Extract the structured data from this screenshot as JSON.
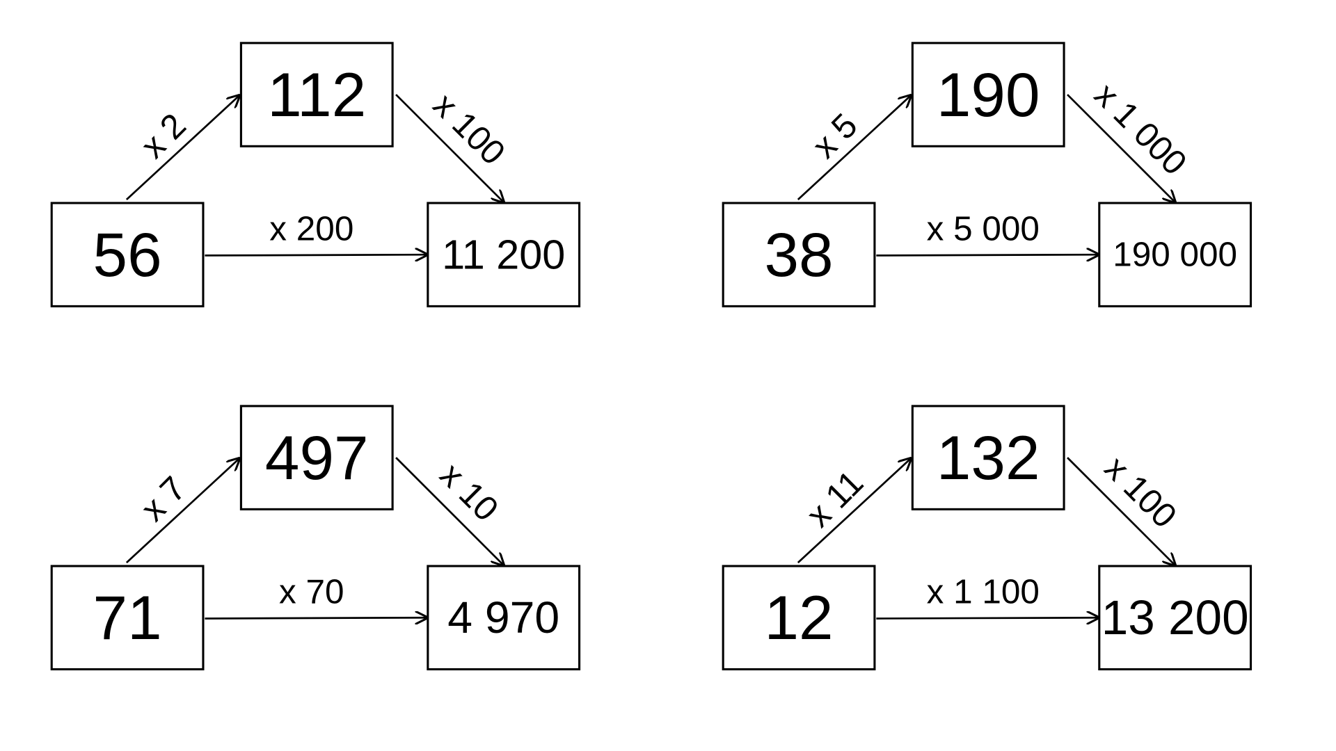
{
  "diagrams": [
    {
      "start": "56",
      "middle": "112",
      "result": "11 200",
      "step1": "x 2",
      "step2": "x 100",
      "direct": "x 200"
    },
    {
      "start": "38",
      "middle": "190",
      "result": "190 000",
      "step1": "x 5",
      "step2": "x 1 000",
      "direct": "x 5 000"
    },
    {
      "start": "71",
      "middle": "497",
      "result": "4 970",
      "step1": "x 7",
      "step2": "x 10",
      "direct": "x 70"
    },
    {
      "start": "12",
      "middle": "132",
      "result": "13 200",
      "step1": "x 11",
      "step2": "x 100",
      "direct": "x 1 100"
    }
  ]
}
